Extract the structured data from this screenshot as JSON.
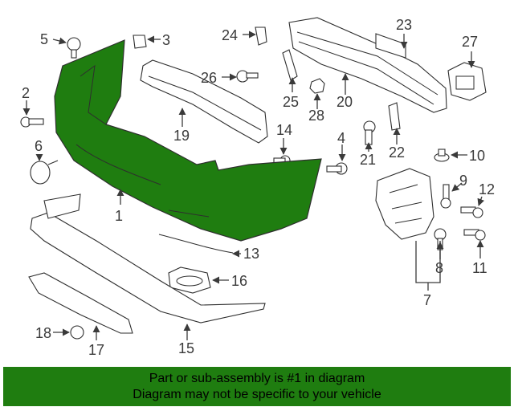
{
  "diagram": {
    "highlight_color": "#1f7d10",
    "callouts": {
      "c1": "1",
      "c2": "2",
      "c3": "3",
      "c4": "4",
      "c5": "5",
      "c6": "6",
      "c7": "7",
      "c8": "8",
      "c9": "9",
      "c10": "10",
      "c11": "11",
      "c12": "12",
      "c13": "13",
      "c14": "14",
      "c15": "15",
      "c16": "16",
      "c17": "17",
      "c18": "18",
      "c19": "19",
      "c20": "20",
      "c21": "21",
      "c22": "22",
      "c23": "23",
      "c24": "24",
      "c25": "25",
      "c26": "26",
      "c27": "27",
      "c28": "28"
    }
  },
  "banner": {
    "line1": "Part or sub-assembly is #1 in diagram",
    "line2": "Diagram may not be specific to your vehicle",
    "background": "#1f7d10"
  }
}
